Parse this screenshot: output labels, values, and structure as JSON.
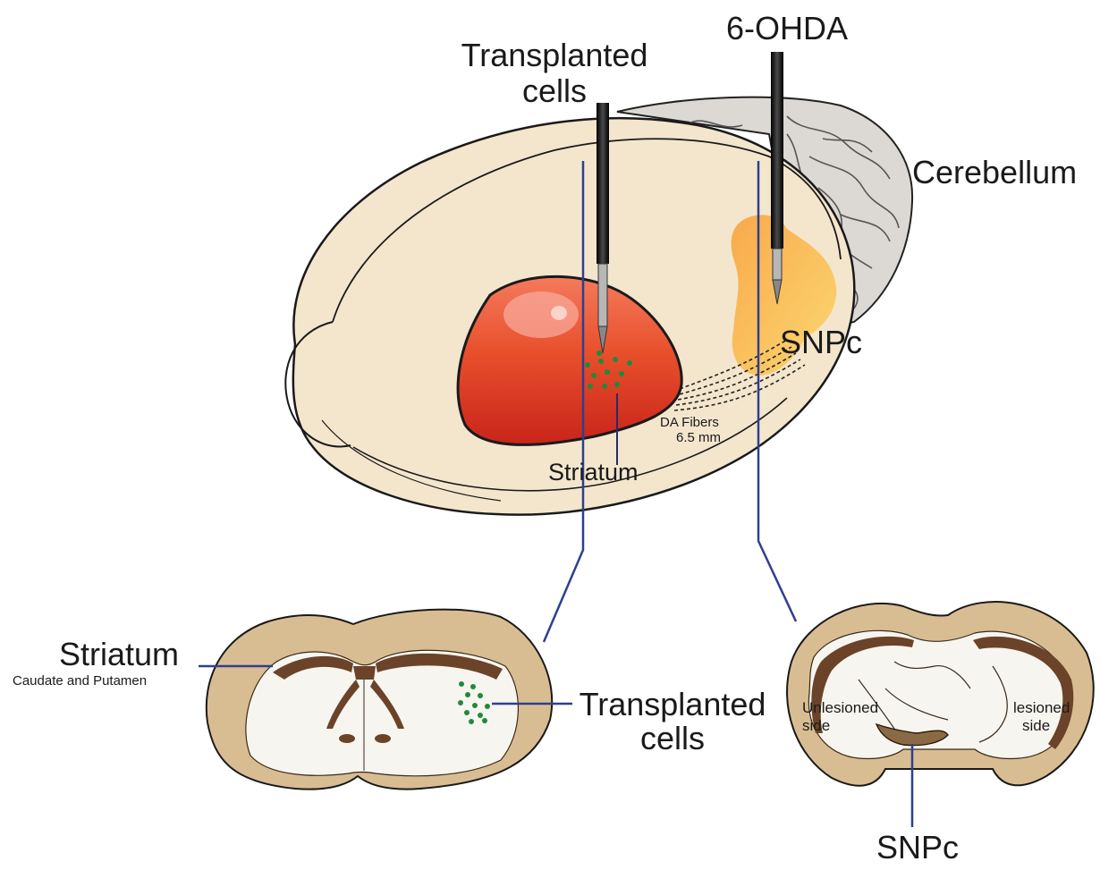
{
  "labels": {
    "transplanted_top_1": "Transplanted",
    "transplanted_top_2": "cells",
    "ohda": "6-OHDA",
    "cerebellum": "Cerebellum",
    "snpc_main": "SNPc",
    "da_fibers_1": "DA Fibers",
    "da_fibers_2": "6.5 mm",
    "striatum_main": "Striatum",
    "striatum_left": "Striatum",
    "caudate": "Caudate and Putamen",
    "transplanted_bottom_1": "Transplanted",
    "transplanted_bottom_2": "cells",
    "unlesioned_1": "Unlesioned",
    "unlesioned_2": "side",
    "lesioned_1": "lesioned",
    "lesioned_2": "side",
    "snpc_bottom": "SNPc"
  },
  "colors": {
    "brain_fill": "#f3e6cd",
    "striatum_red": "#d8361a",
    "snpc_yellow": "#f7c14d",
    "cerebellum_gray": "#d9d6d2",
    "section_tan": "#d8bd92",
    "ventricle_brown": "#6b4328",
    "connector_blue": "#2f3f8f",
    "cell_green": "#1f8a3b"
  },
  "icons": [
    "syringe-icon",
    "syringe-icon"
  ]
}
